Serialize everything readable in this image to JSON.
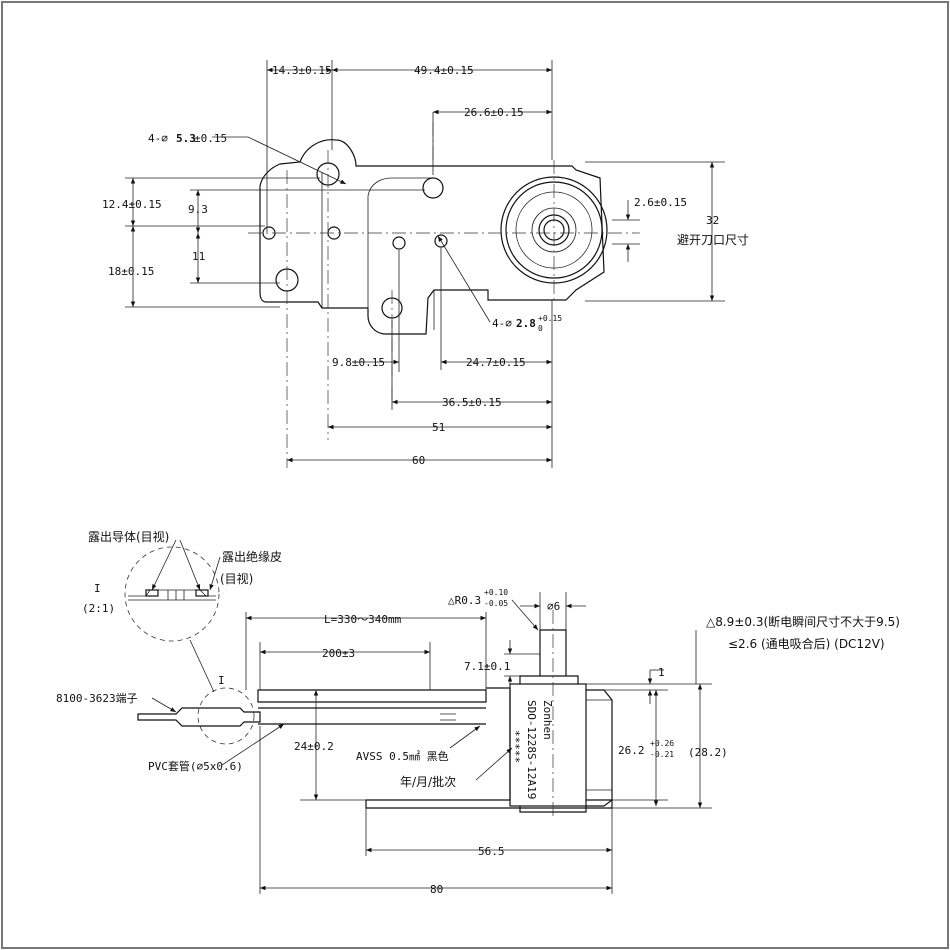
{
  "top_view": {
    "dim_14_3": "14.3±0.15",
    "dim_49_4": "49.4±0.15",
    "dim_26_6": "26.6±0.15",
    "hole_5_3_prefix": "4-⌀",
    "hole_5_3_value": "5.3",
    "hole_5_3_tol": "±0.15",
    "dim_12_4": "12.4±0.15",
    "dim_9_3": "9.3",
    "dim_11": "11",
    "dim_18": "18±0.15",
    "dim_2_6": "2.6±0.15",
    "dim_32": "32",
    "note_cutout": "避开刀口尺寸",
    "hole_2_8_prefix": "4-⌀",
    "hole_2_8_value": "2.8",
    "hole_2_8_tol_upper": "+0.15",
    "hole_2_8_tol_lower": "0",
    "dim_9_8": "9.8±0.15",
    "dim_24_7": "24.7±0.15",
    "dim_36_5": "36.5±0.15",
    "dim_51": "51",
    "dim_60": "60"
  },
  "side_view": {
    "detail_title": "I",
    "detail_scale": "(2:1)",
    "detail_label": "I",
    "exposed_conductor": "露出导体(目视)",
    "exposed_insulation": "露出绝缘皮",
    "exposed_insulation_note": "(目视)",
    "terminal": "8100-3623端子",
    "pvc_sleeve": "PVC套管(⌀5x0.6)",
    "lead_length": "L=330～340mm",
    "dim_200": "200±3",
    "dim_24": "24±0.2",
    "wire_spec": "AVSS 0.5㎟ 黑色",
    "batch": "年/月/批次",
    "radius_prefix": "△R0.3",
    "radius_tol_upper": "+0.10",
    "radius_tol_lower": "-0.05",
    "dim_phi6": "⌀6",
    "dim_7_1": "7.1±0.1",
    "stroke_line1": "△8.9±0.3(断电瞬间尺寸不大于9.5)",
    "stroke_line2": "≤2.6 (通电吸合后) (DC12V)",
    "dim_1": "1",
    "dim_26_2": "26.2",
    "dim_26_2_tol_upper": "+0.26",
    "dim_26_2_tol_lower": "-0.21",
    "dim_28_2": "(28.2)",
    "dim_56_5": "56.5",
    "dim_80": "80",
    "model": "SDO-1228S-12A19",
    "brand": "Zonhen",
    "serial": "*****"
  }
}
